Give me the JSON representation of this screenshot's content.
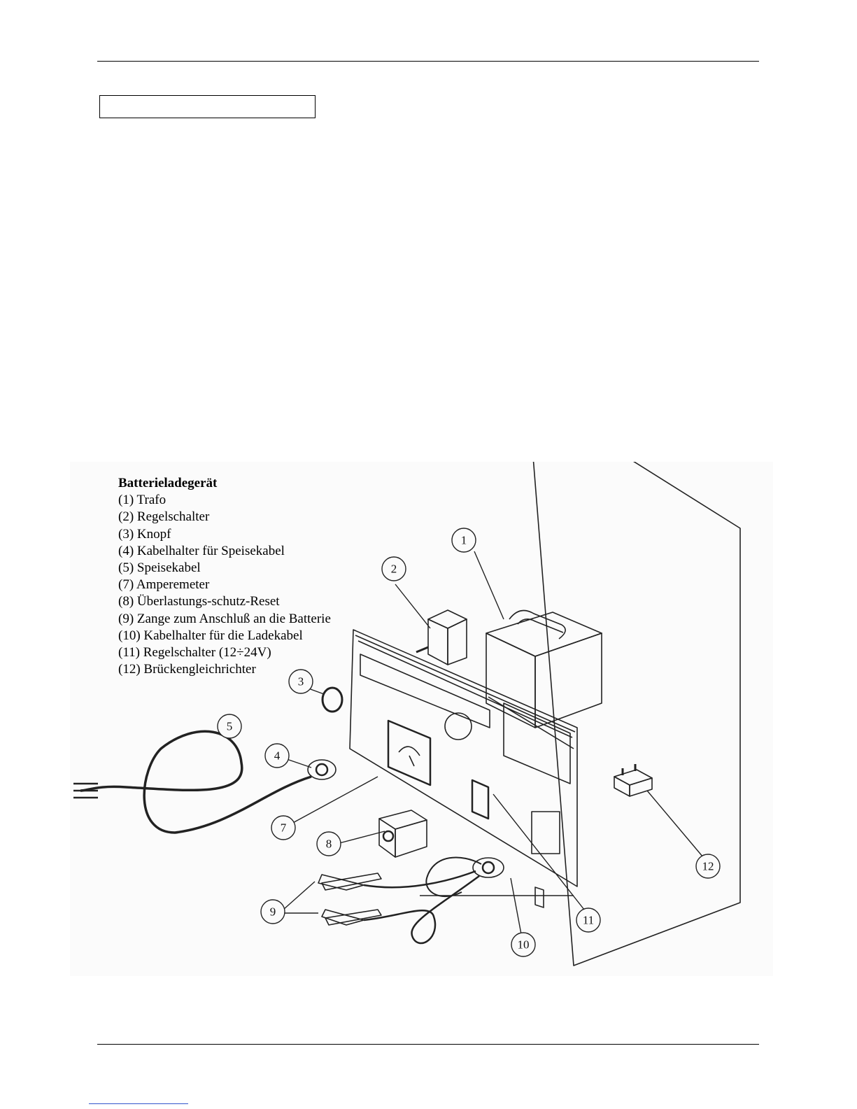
{
  "legend": {
    "title": "Batterieladegerät",
    "items": [
      "(1) Trafo",
      "(2) Regelschalter",
      "(3) Knopf",
      "(4) Kabelhalter für Speisekabel",
      "(5) Speisekabel",
      "(7) Amperemeter",
      "(8) Überlastungs-schutz-Reset",
      "(9) Zange zum Anschluß an die Batterie",
      "(10) Kabelhalter für die Ladekabel",
      "(11) Regelschalter (12÷24V)",
      "(12) Brückengleichrichter"
    ]
  },
  "callouts": [
    "1",
    "2",
    "3",
    "4",
    "5",
    "7",
    "8",
    "9",
    "10",
    "11",
    "12"
  ]
}
